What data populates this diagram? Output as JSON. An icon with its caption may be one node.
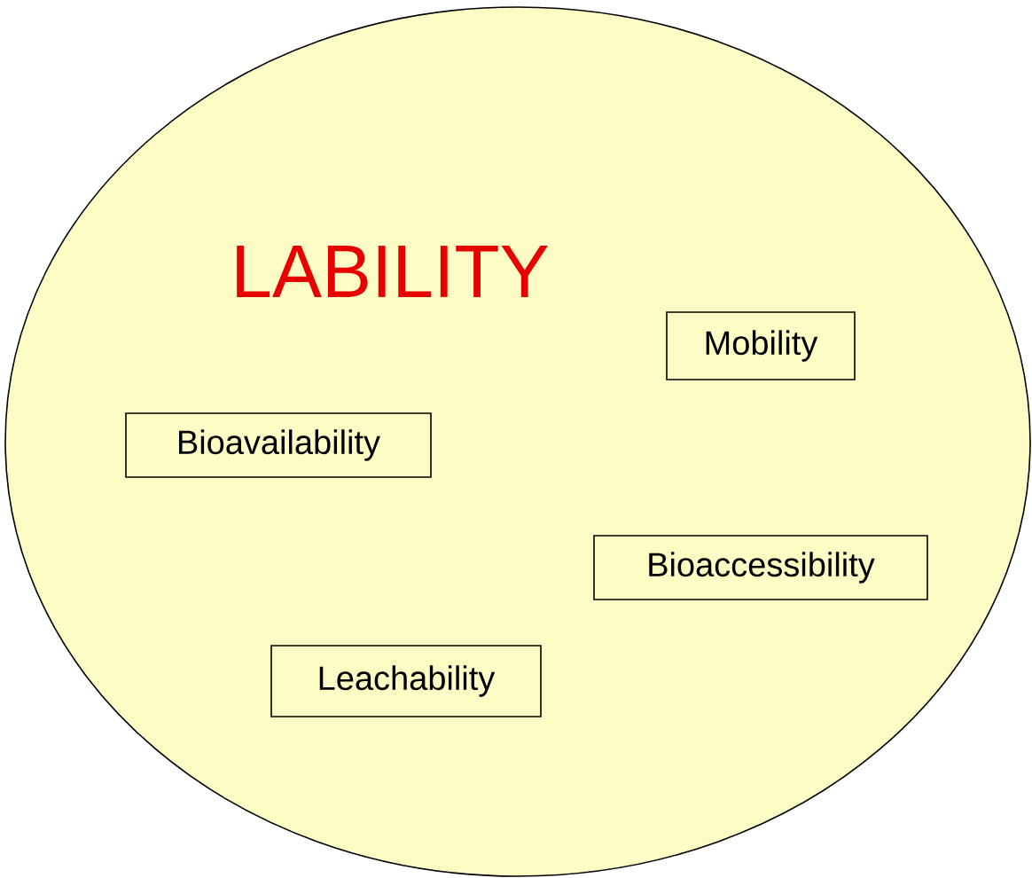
{
  "diagram": {
    "nodes": [
      {
        "text": [
          "LABILITY"
        ]
      },
      {
        "text": [
          "Mobility"
        ],
        "in": 0
      },
      {
        "text": [
          "Bioavailability"
        ],
        "in": 0
      },
      {
        "text": [
          "Bioaccessibility"
        ],
        "in": 0
      },
      {
        "text": [
          "Leachability"
        ],
        "in": 0
      }
    ]
  }
}
